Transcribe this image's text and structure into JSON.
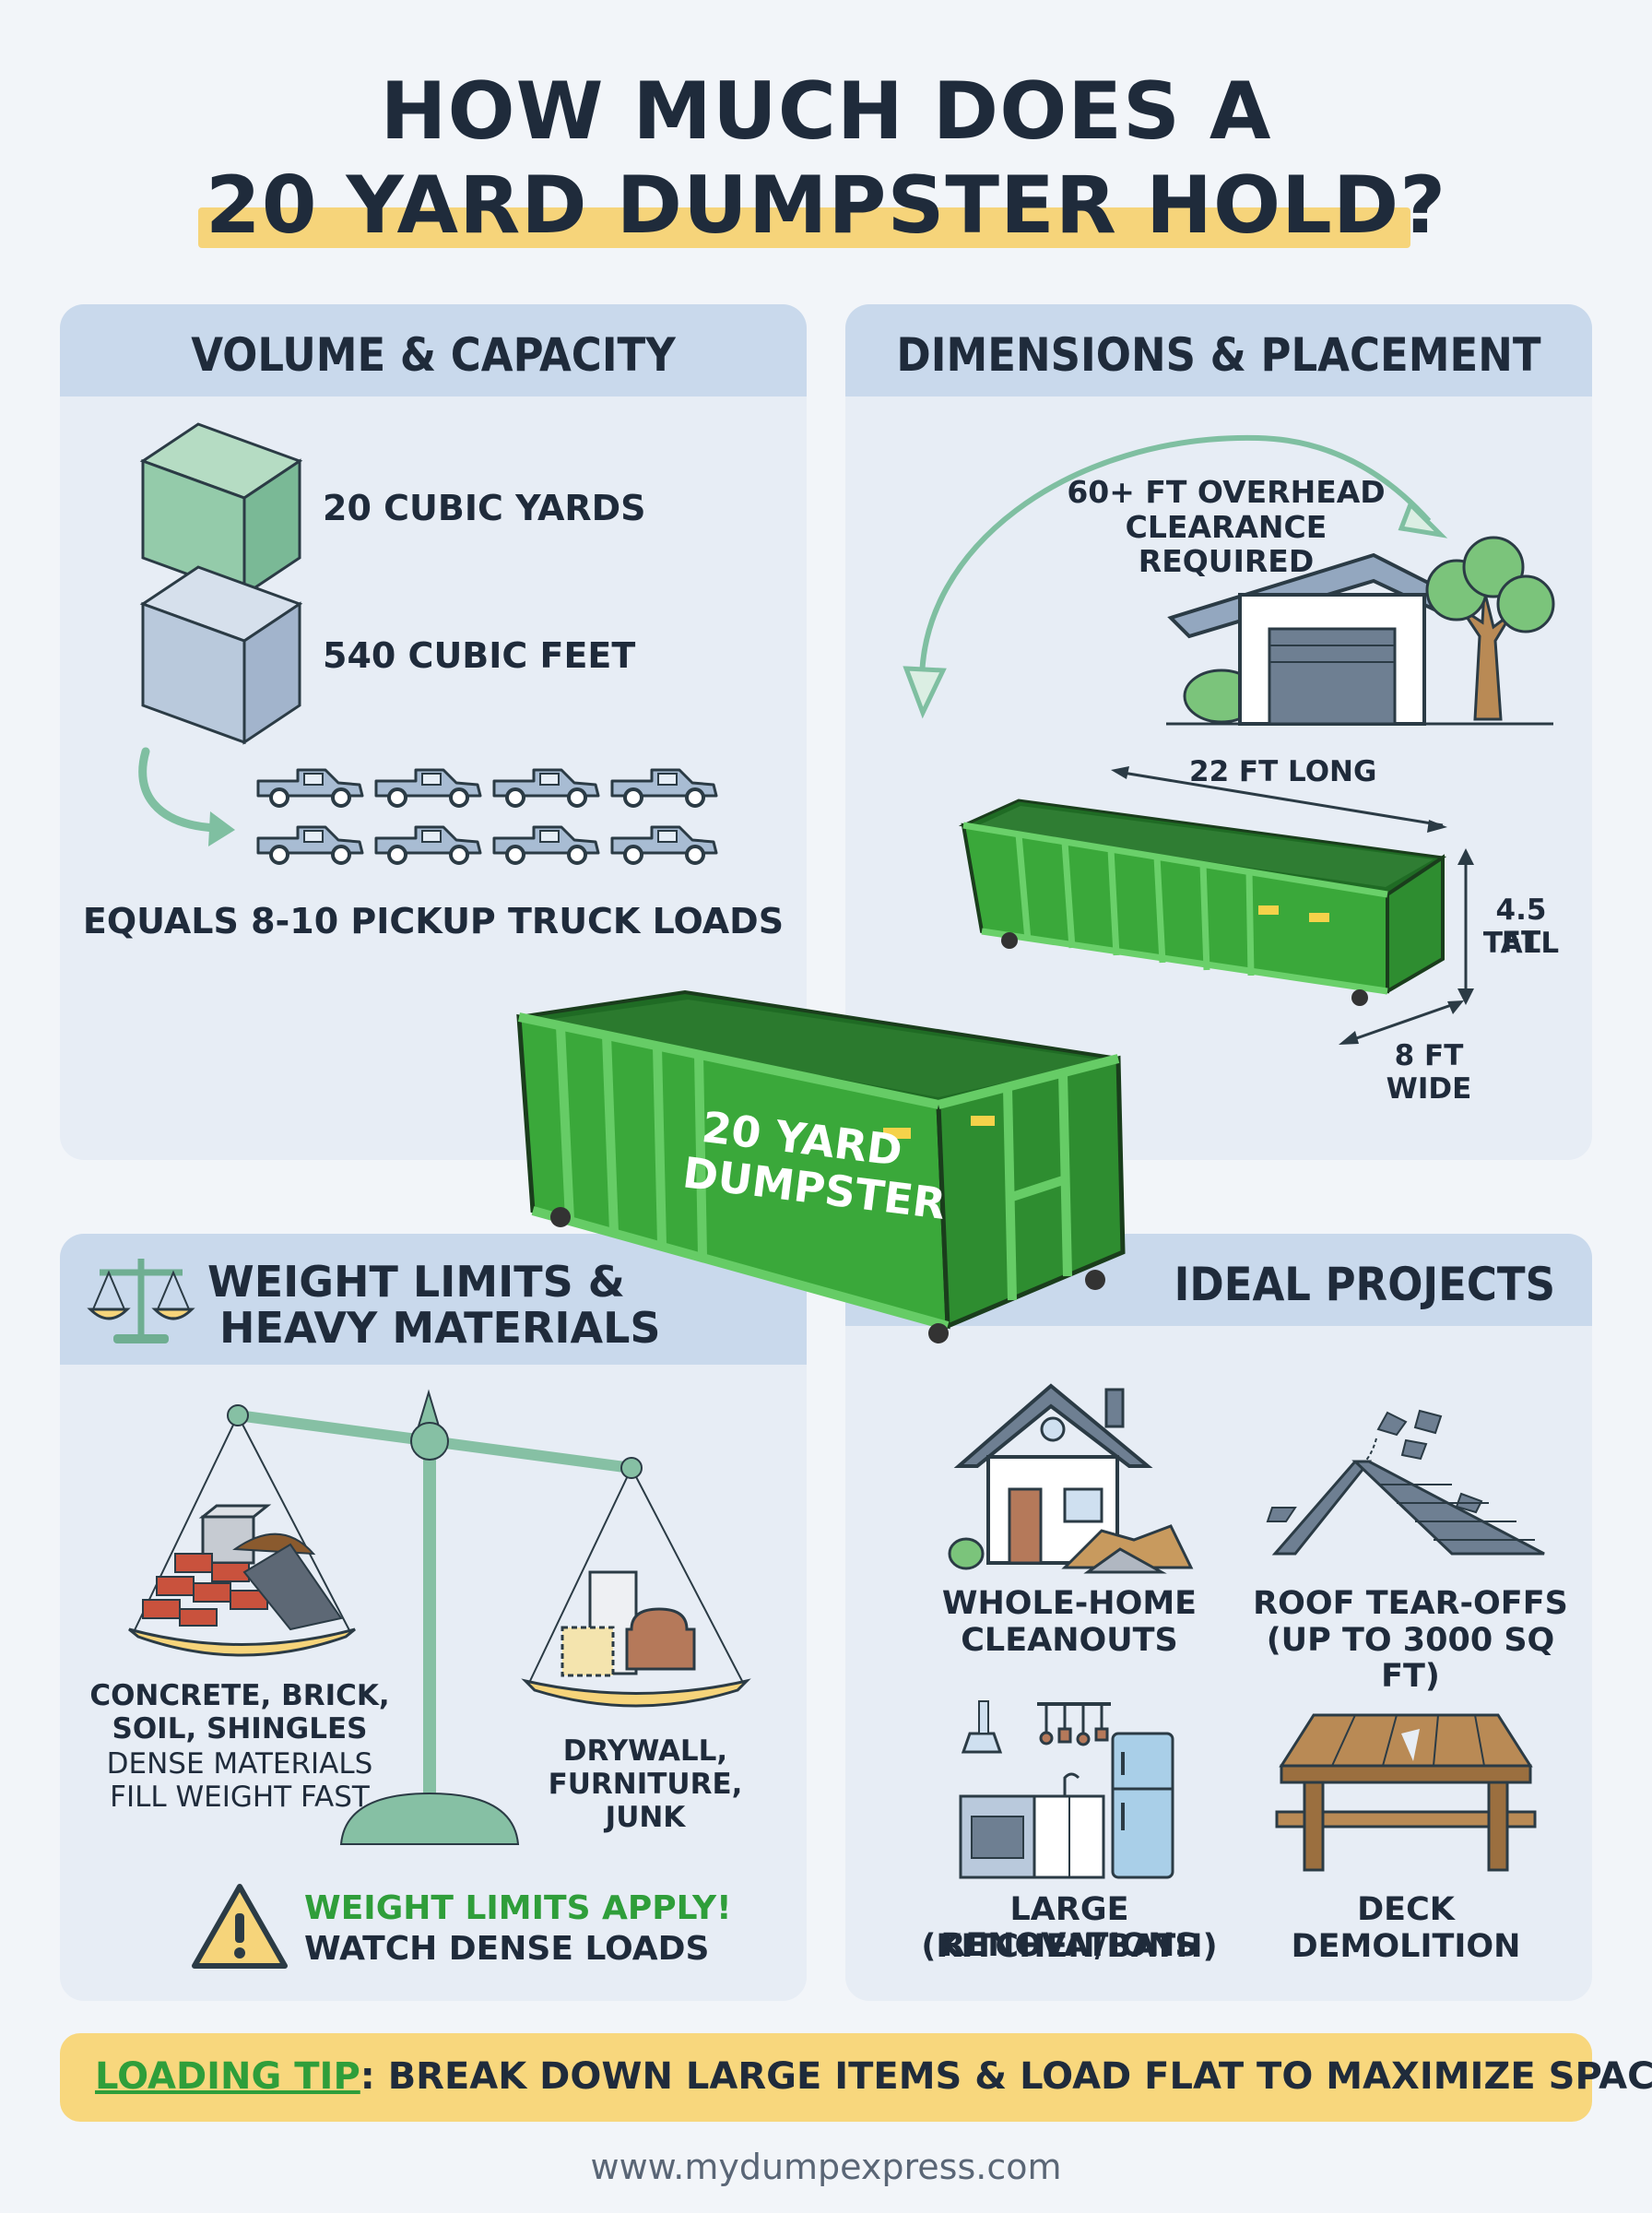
{
  "title": {
    "line1": "HOW MUCH DOES A",
    "line2": "20 YARD DUMPSTER HOLD?"
  },
  "volume": {
    "heading": "VOLUME & CAPACITY",
    "cubic_yards": "20 CUBIC YARDS",
    "cubic_feet": "540 CUBIC FEET",
    "trucks": "EQUALS 8-10 PICKUP TRUCK LOADS"
  },
  "dimensions": {
    "heading": "DIMENSIONS & PLACEMENT",
    "clearance_line1": "60+ FT OVERHEAD",
    "clearance_line2": "CLEARANCE REQUIRED",
    "length": "22 FT LONG",
    "height_line1": "4.5 FT",
    "height_line2": "TALL",
    "width_line1": "8 FT",
    "width_line2": "WIDE"
  },
  "center": {
    "label_line1": "20 YARD",
    "label_line2": "DUMPSTER"
  },
  "weight": {
    "heading_line1": "WEIGHT LIMITS &",
    "heading_line2": "HEAVY MATERIALS",
    "heavy_line1": "CONCRETE, BRICK,",
    "heavy_line2": "SOIL, SHINGLES",
    "heavy_note1": "DENSE MATERIALS",
    "heavy_note2": "FILL WEIGHT FAST",
    "light_line1": "DRYWALL,",
    "light_line2": "FURNITURE,",
    "light_line3": "JUNK",
    "warning_line1": "WEIGHT LIMITS APPLY!",
    "warning_line2": "WATCH DENSE LOADS"
  },
  "projects": {
    "heading": "IDEAL PROJECTS",
    "items": [
      {
        "line1": "WHOLE-HOME",
        "line2": "CLEANOUTS",
        "icon": "house-icon"
      },
      {
        "line1": "ROOF TEAR-OFFS",
        "line2": "(UP TO 3000 SQ FT)",
        "icon": "roof-icon"
      },
      {
        "line1": "LARGE RENOVATIONS",
        "line2": "(KITCHEN/BATH)",
        "icon": "kitchen-icon"
      },
      {
        "line1": "DECK",
        "line2": "DEMOLITION",
        "icon": "picnic-table-icon"
      }
    ]
  },
  "tip": {
    "label": "LOADING TIP",
    "text": ": BREAK DOWN LARGE ITEMS & LOAD FLAT TO MAXIMIZE SPACE."
  },
  "footer": {
    "url": "www.mydumpexpress.com"
  },
  "colors": {
    "background": "#f2f5f9",
    "panel": "#e7edf5",
    "panel_header": "#c9d9ec",
    "title": "#1f2b3b",
    "highlight": "#f6d47a",
    "dumpster_green": "#3aa83a",
    "accent_green": "#2f9e3a",
    "sage": "#8fc7ad",
    "tip_bar": "#f8d77d"
  }
}
